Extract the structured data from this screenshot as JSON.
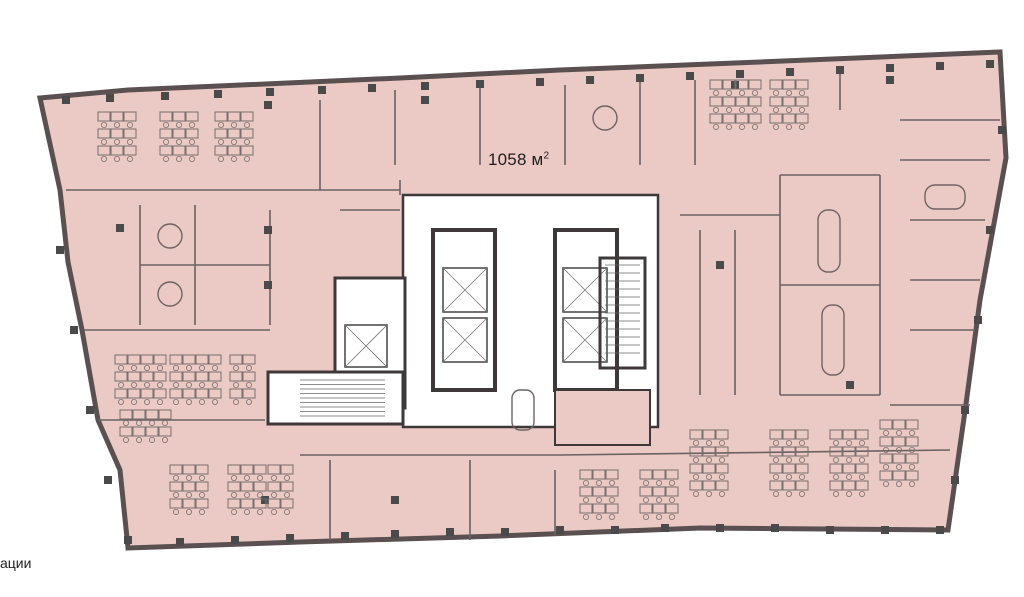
{
  "plan": {
    "area_value": "1058 м",
    "area_unit_sup": "2",
    "caption": "ации"
  },
  "colors": {
    "floor": "#ebc9c5",
    "wall": "#5a5050",
    "wall_dark": "#3e3838",
    "core": "#ffffff",
    "furniture": "#7a6f6f",
    "column": "#4a4a4a"
  }
}
